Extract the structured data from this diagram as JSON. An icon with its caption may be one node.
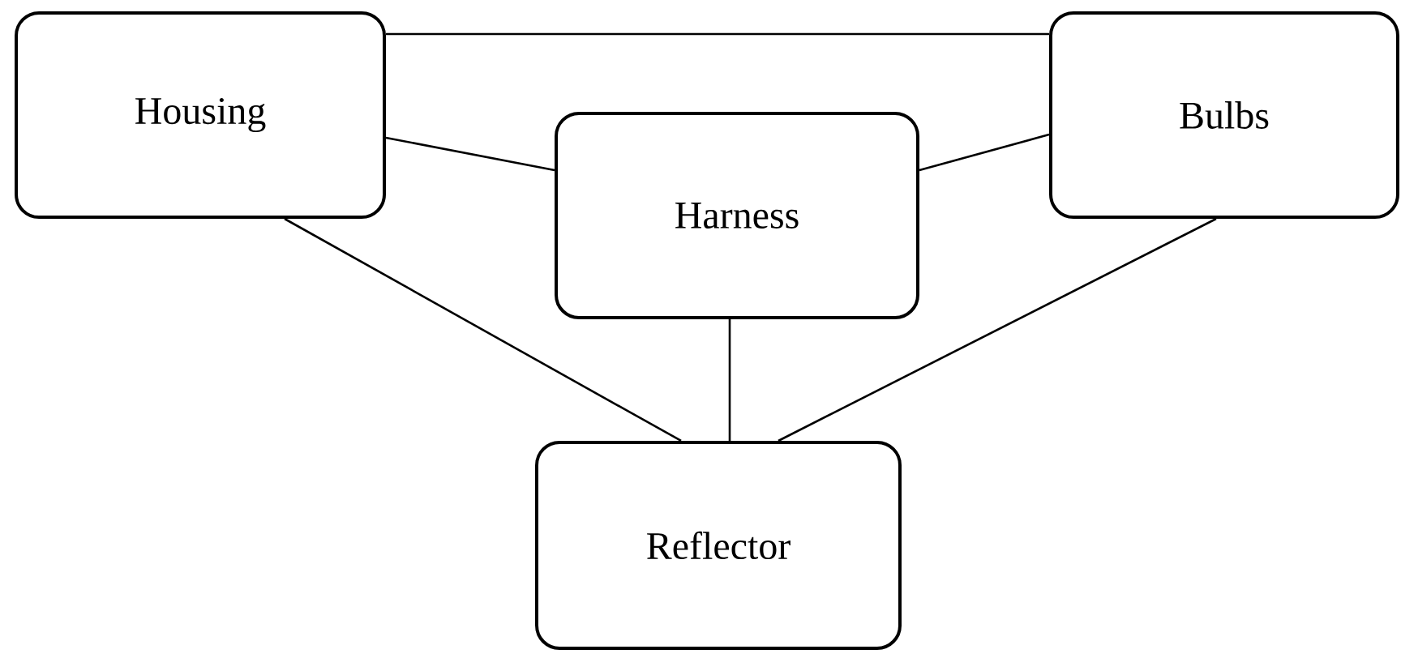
{
  "diagram": {
    "nodes": [
      {
        "text": [
          "Housing"
        ]
      },
      {
        "text": [
          "Bulbs"
        ]
      },
      {
        "text": [
          "Harness"
        ]
      },
      {
        "text": [
          "Reflector"
        ]
      }
    ],
    "edges": [
      {
        "from": 0,
        "to": 1,
        "arrow": "none"
      },
      {
        "from": 0,
        "to": 2,
        "arrow": "none"
      },
      {
        "from": 2,
        "to": 1,
        "arrow": "none"
      },
      {
        "from": 0,
        "to": 3,
        "arrow": "none"
      },
      {
        "from": 2,
        "to": 3,
        "arrow": "none"
      },
      {
        "from": 1,
        "to": 3,
        "arrow": "none"
      }
    ]
  }
}
